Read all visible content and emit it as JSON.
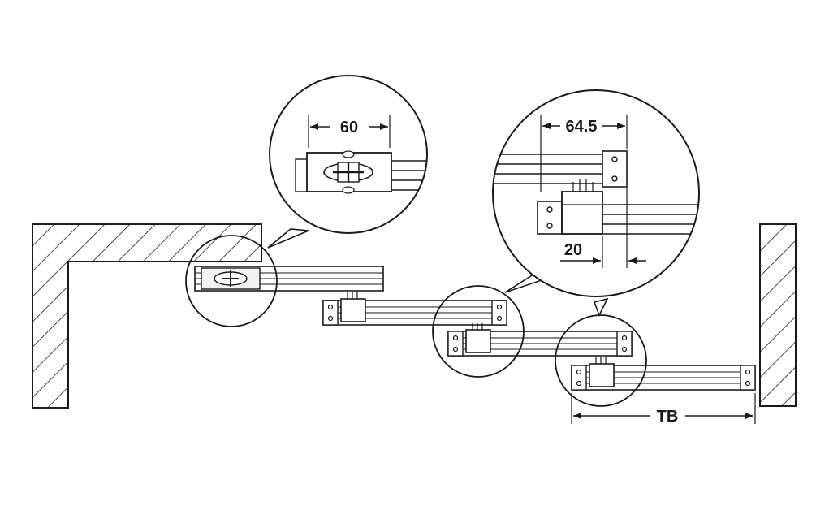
{
  "dimensions": {
    "drawer_spacing": "60",
    "rail_length_offset": "64.5",
    "bracket_offset": "20",
    "total_width": "TB"
  },
  "colors": {
    "line": "#1a1a1a",
    "background": "#ffffff"
  }
}
